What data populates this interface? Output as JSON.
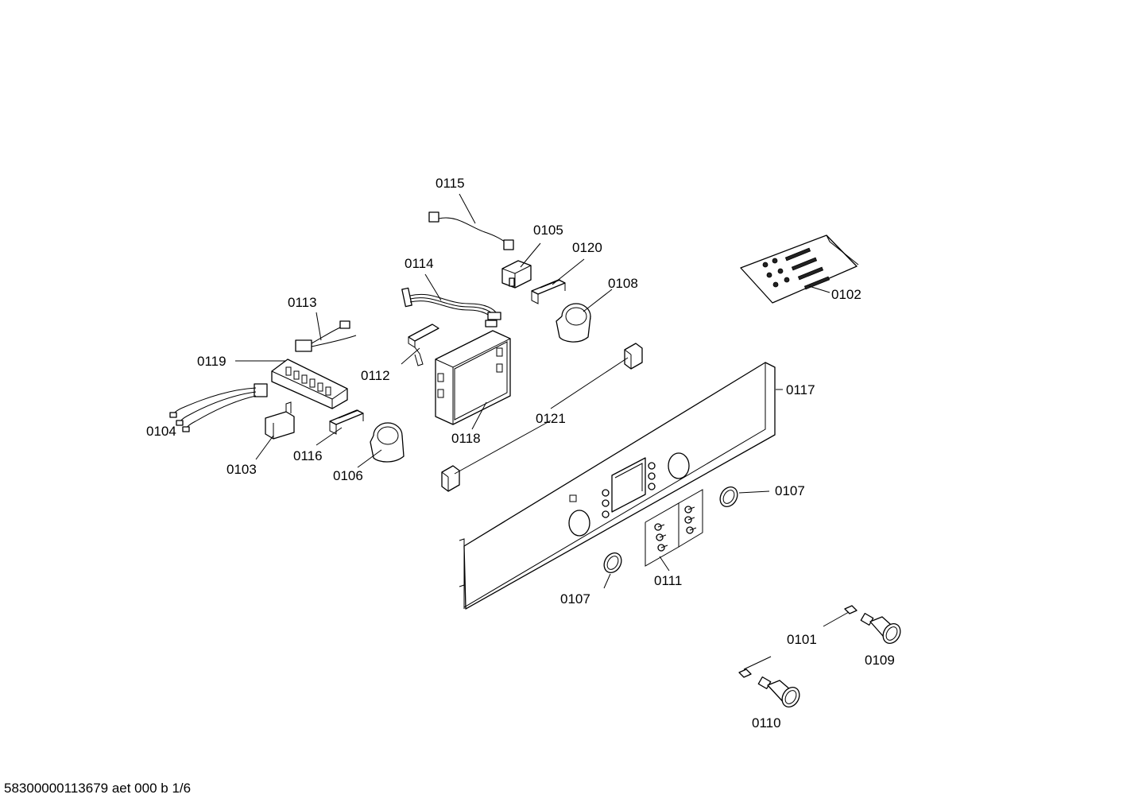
{
  "footer": {
    "text": "58300000113679 aet 000 b 1/6"
  },
  "labels": {
    "l0115": "0115",
    "l0105": "0105",
    "l0120": "0120",
    "l0114": "0114",
    "l0108": "0108",
    "l0102": "0102",
    "l0113": "0113",
    "l0119": "0119",
    "l0112": "0112",
    "l0117": "0117",
    "l0104": "0104",
    "l0121": "0121",
    "l0118": "0118",
    "l0116": "0116",
    "l0103": "0103",
    "l0106": "0106",
    "l0107a": "0107",
    "l0107b": "0107",
    "l0111": "0111",
    "l0101": "0101",
    "l0109": "0109",
    "l0110": "0110"
  },
  "parts": [
    "wire-harness-0115",
    "connector-0105",
    "holder-0120",
    "ribbon-cable-0114",
    "knob-sleeve-0108",
    "screw-bag-0102",
    "wire-harness-0113",
    "terminal-block-0119",
    "bracket-0112",
    "control-panel-0117",
    "wire-leads-0104",
    "clip-0121",
    "control-module-0118",
    "holder-0116",
    "bracket-0103",
    "knob-sleeve-0106",
    "ring-0107",
    "screws-0111",
    "cap-0101",
    "knob-0109",
    "knob-0110"
  ]
}
